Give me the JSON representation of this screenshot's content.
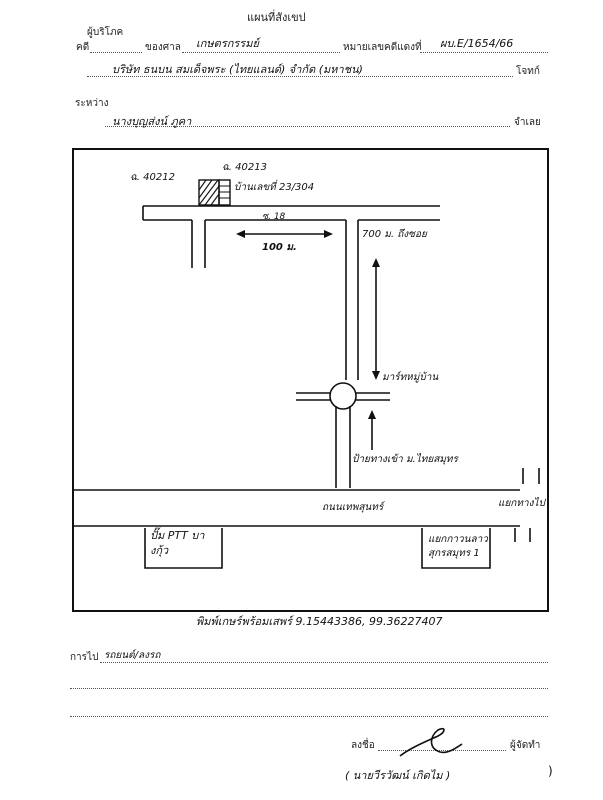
{
  "header": {
    "title": "แผนที่สังเขป",
    "consumer_label": "ผู้บริโภค",
    "case_label": "คดี",
    "court_label": "ของศาล",
    "court_value": "เกษตรกรรมย์",
    "red_case_label": "หมายเลขคดีแดงที่",
    "red_case_value": "ผบ.E/1654/66",
    "plaintiff_value": "บริษัท ธนบน สมเด็จพระ (ไทยแลนด์) จำกัด (มหาชน)",
    "plaintiff_label": "โจทก์",
    "between_label": "ระหว่าง",
    "defendant_value": "นางบุญส่งน์ ภูคา",
    "defendant_label": "จำเลย"
  },
  "map": {
    "deed_left": "ฉ. 40212",
    "deed_right": "ฉ. 40213",
    "house_no": "บ้านเลขที่ 23/304",
    "soi": "ซ. 18",
    "dist_left": "100 ม.",
    "dist_right": "700 ม. ถึงซอย",
    "village": "มาร์ทหมู่บ้าน",
    "entrance": "ป้ายทางเข้า ม.ไทยสมุทร",
    "main_road": "ถนนเทพสุนทร์",
    "right_landmark": "แยกทางไป",
    "gas_station": "ปั๊ม PTT บางกุ้ว",
    "store_line1": "แยกกาวนลาว",
    "store_line2": "สุกรสมุทร 1",
    "phone": "พิมพ์เกษร์พร้อมเสพร์ 9.15443386, 99.36227407"
  },
  "footer": {
    "travel_label": "การไป",
    "travel_value": "รถยนต์/ลงรถ",
    "sign_label": "ลงชื่อ",
    "maker_label": "ผู้จัดทำ",
    "name_value": "( นายวีรวัฒน์   เกิดไม )"
  }
}
